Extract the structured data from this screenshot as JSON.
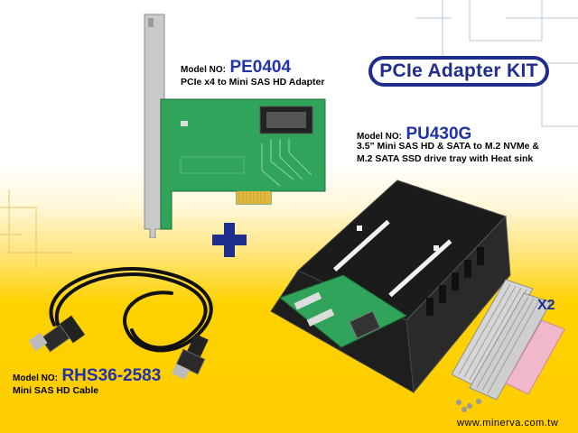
{
  "kit_badge": "PCIe Adapter KIT",
  "products": [
    {
      "model_label": "Model NO:",
      "model": "PE0404",
      "lines": [
        "PCIe x4 to Mini SAS HD Adapter"
      ]
    },
    {
      "model_label": "Model NO:",
      "model": "PU430G",
      "lines": [
        "3.5\" Mini SAS HD & SATA to M.2 NVMe &",
        "M.2 SATA SSD drive tray with Heat sink"
      ]
    },
    {
      "model_label": "Model NO:",
      "model": "RHS36-2583",
      "lines": [
        "Mini SAS HD Cable"
      ]
    }
  ],
  "quantity": "X2",
  "website": "www.minerva.com.tw",
  "colors": {
    "accent": "#1f2e8c",
    "model_code": "#2233a8",
    "background": "#ffd200",
    "pcb": "#2fa45a"
  }
}
